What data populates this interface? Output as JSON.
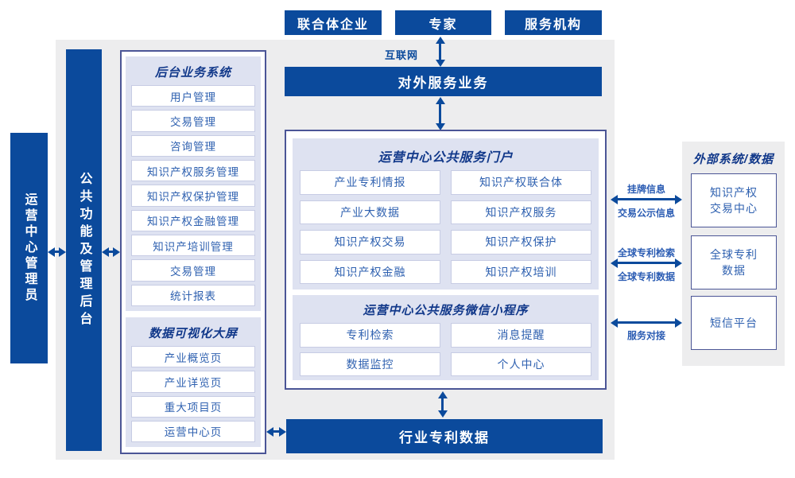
{
  "colors": {
    "primary_blue": "#0b4a9c",
    "panel_lavender": "#dee2f1",
    "outer_border": "#4b5596",
    "item_border": "#c7cce4",
    "item_text": "#2f61b0",
    "header_text": "#11388a",
    "background_gray": "#ededee"
  },
  "top_actors": {
    "consortium": "联合体企业",
    "experts": "专家",
    "agencies": "服务机构"
  },
  "internet_label": "互联网",
  "external_service_bar": "对外服务业务",
  "admin_sidebar": "运营中心管理员",
  "backend_sidebar": "公共功能及管理后台",
  "backend_system": {
    "title": "后台业务系统",
    "items": [
      "用户管理",
      "交易管理",
      "咨询管理",
      "知识产权服务管理",
      "知识产权保护管理",
      "知识产权金融管理",
      "知识产培训管理",
      "交易管理",
      "统计报表"
    ]
  },
  "data_screen": {
    "title": "数据可视化大屏",
    "items": [
      "产业概览页",
      "产业详览页",
      "重大项目页",
      "运营中心页"
    ]
  },
  "portal": {
    "title": "运营中心公共服务门户",
    "items": [
      "产业专利情报",
      "知识产权联合体",
      "产业大数据",
      "知识产权服务",
      "知识产权交易",
      "知识产权保护",
      "知识产权金融",
      "知识产权培训"
    ]
  },
  "miniprogram": {
    "title": "运营中心公共服务微信小程序",
    "items": [
      "专利检索",
      "消息提醒",
      "数据监控",
      "个人中心"
    ]
  },
  "industry_data_bar": "行业专利数据",
  "external_systems": {
    "title": "外部系统/数据",
    "boxes": [
      {
        "lines": [
          "知识产权",
          "交易中心"
        ]
      },
      {
        "lines": [
          "全球专利",
          "数据"
        ]
      },
      {
        "lines": [
          "短信平台"
        ]
      }
    ]
  },
  "link_labels": {
    "listing_info": "挂牌信息",
    "trade_publicity_info": "交易公示信息",
    "global_patent_search": "全球专利检索",
    "global_patent_data": "全球专利数据",
    "service_docking": "服务对接"
  }
}
